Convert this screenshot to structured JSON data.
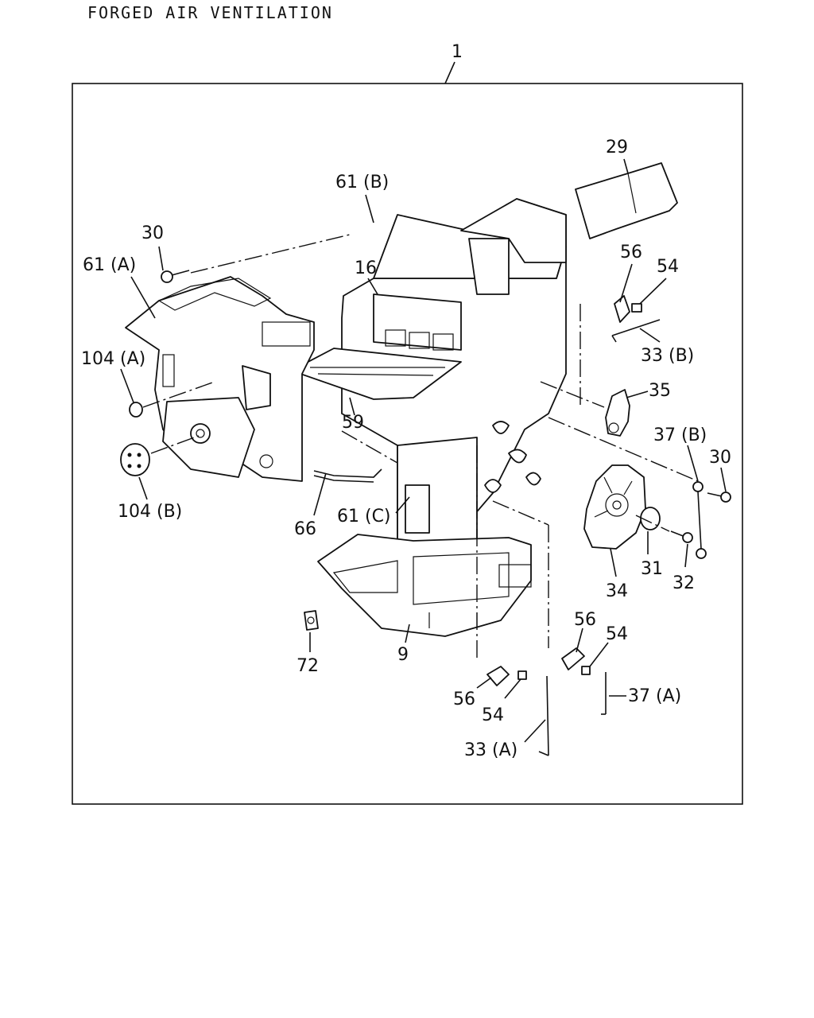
{
  "title": "FORGED AIR VENTILATION",
  "callouts": [
    {
      "id": "c1",
      "text": "1"
    },
    {
      "id": "c29",
      "text": "29"
    },
    {
      "id": "c61b",
      "text": "61 (B)"
    },
    {
      "id": "c30a",
      "text": "30"
    },
    {
      "id": "c61a",
      "text": "61 (A)"
    },
    {
      "id": "c16",
      "text": "16"
    },
    {
      "id": "c56a",
      "text": "56"
    },
    {
      "id": "c54a",
      "text": "54"
    },
    {
      "id": "c33b",
      "text": "33 (B)"
    },
    {
      "id": "c104a",
      "text": "104 (A)"
    },
    {
      "id": "c35",
      "text": "35"
    },
    {
      "id": "c37b",
      "text": "37 (B)"
    },
    {
      "id": "c30b",
      "text": "30"
    },
    {
      "id": "c59",
      "text": "59"
    },
    {
      "id": "c104b",
      "text": "104 (B)"
    },
    {
      "id": "c66",
      "text": "66"
    },
    {
      "id": "c61c",
      "text": "61 (C)"
    },
    {
      "id": "c31",
      "text": "31"
    },
    {
      "id": "c32",
      "text": "32"
    },
    {
      "id": "c34",
      "text": "34"
    },
    {
      "id": "c56b",
      "text": "56"
    },
    {
      "id": "c54b",
      "text": "54"
    },
    {
      "id": "c72",
      "text": "72"
    },
    {
      "id": "c9",
      "text": "9"
    },
    {
      "id": "c37a",
      "text": "37 (A)"
    },
    {
      "id": "c56c",
      "text": "56"
    },
    {
      "id": "c54c",
      "text": "54"
    },
    {
      "id": "c33a",
      "text": "33 (A)"
    }
  ]
}
